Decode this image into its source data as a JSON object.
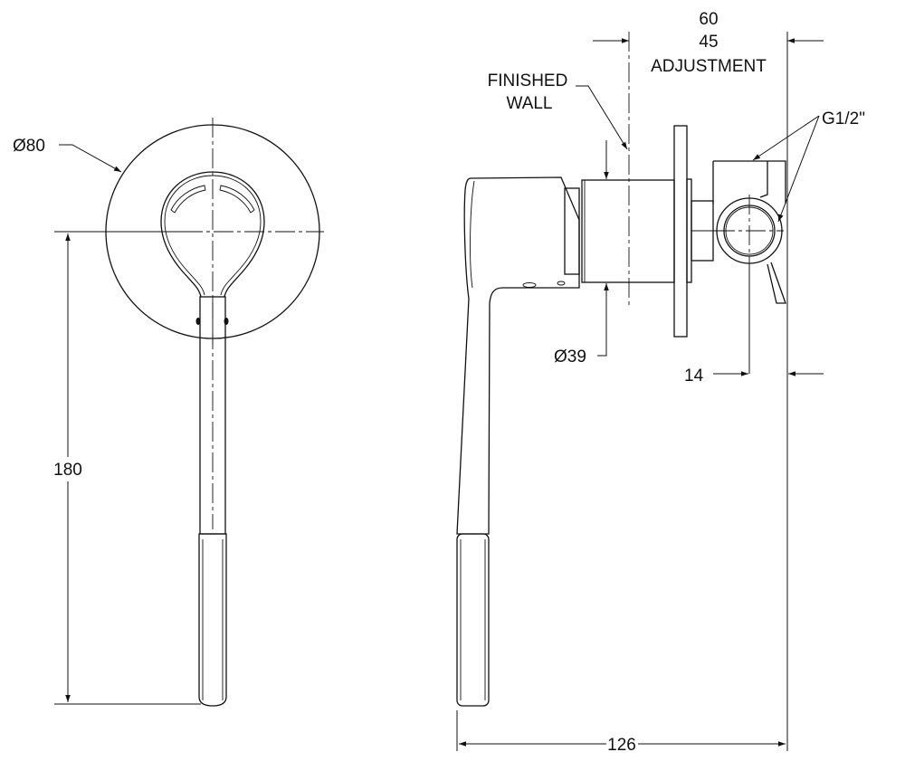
{
  "labels": {
    "diameter_front": "Ø80",
    "height": "180",
    "dim_60": "60",
    "dim_45": "45",
    "adjustment": "ADJUSTMENT",
    "finished": "FINISHED",
    "wall": "WALL",
    "thread": "G1/2\"",
    "diameter_cylinder": "Ø39",
    "offset": "14",
    "length": "126"
  },
  "colors": {
    "line": "#111111",
    "background": "#ffffff"
  }
}
